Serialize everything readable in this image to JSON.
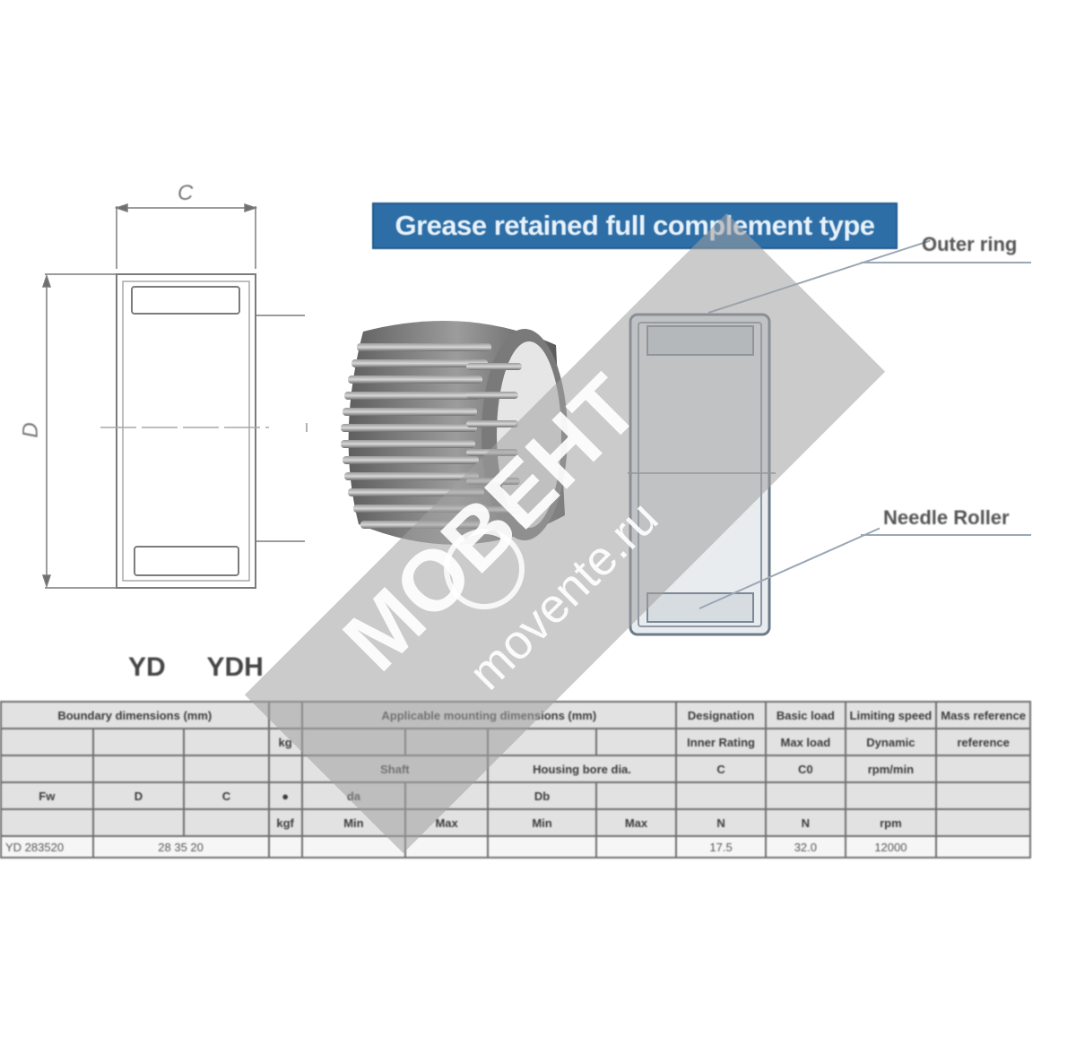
{
  "banner": {
    "title": "Grease retained full complement type"
  },
  "callouts": {
    "outer_ring": "Outer ring",
    "needle_roller": "Needle Roller"
  },
  "drawing": {
    "dim_width": "C",
    "dim_outer": "D",
    "type_labels": [
      "YD",
      "YDH"
    ]
  },
  "watermark": {
    "brand": "МОВЕНТ",
    "site": "movente.ru"
  },
  "colors": {
    "banner_bg": "#2e6ea6",
    "banner_text": "#e8f2fb",
    "table_bg": "#e2e2e2",
    "table_border": "#6f6f6f",
    "watermark_band": "#a0a0a0"
  },
  "table": {
    "header_groups": {
      "boundary": "Boundary dimensions (mm)",
      "mass_col": "",
      "mounting": "Applicable mounting dimensions (mm)",
      "extra": [
        "Designation",
        "Basic load",
        "Limiting speed",
        "Mass reference"
      ],
      "extra_sub": [
        "Inner Rating",
        "Max load",
        "Dynamic",
        "reference"
      ]
    },
    "row3": {
      "mass_unit": "kg",
      "shaft": "Shaft",
      "housing": "Housing bore dia.",
      "c": "C",
      "c0": "C0",
      "speed": "rpm/min"
    },
    "row4": {
      "fw": "Fw",
      "d": "D",
      "c": "C",
      "sym": "●",
      "da": "da",
      "db": "Db"
    },
    "row5": {
      "kgf": "kgf",
      "min1": "Min",
      "max1": "Max",
      "min2": "Min",
      "max2": "Max",
      "n": "N",
      "kgf2": "N",
      "rpm": "rpm"
    },
    "data_row": {
      "designation": "YD 283520",
      "fw": "28",
      "d": "35",
      "c": "20",
      "dims": "28 35 20",
      "load_c": "17.5",
      "load_c0": "32.0",
      "speed": "12000"
    }
  }
}
